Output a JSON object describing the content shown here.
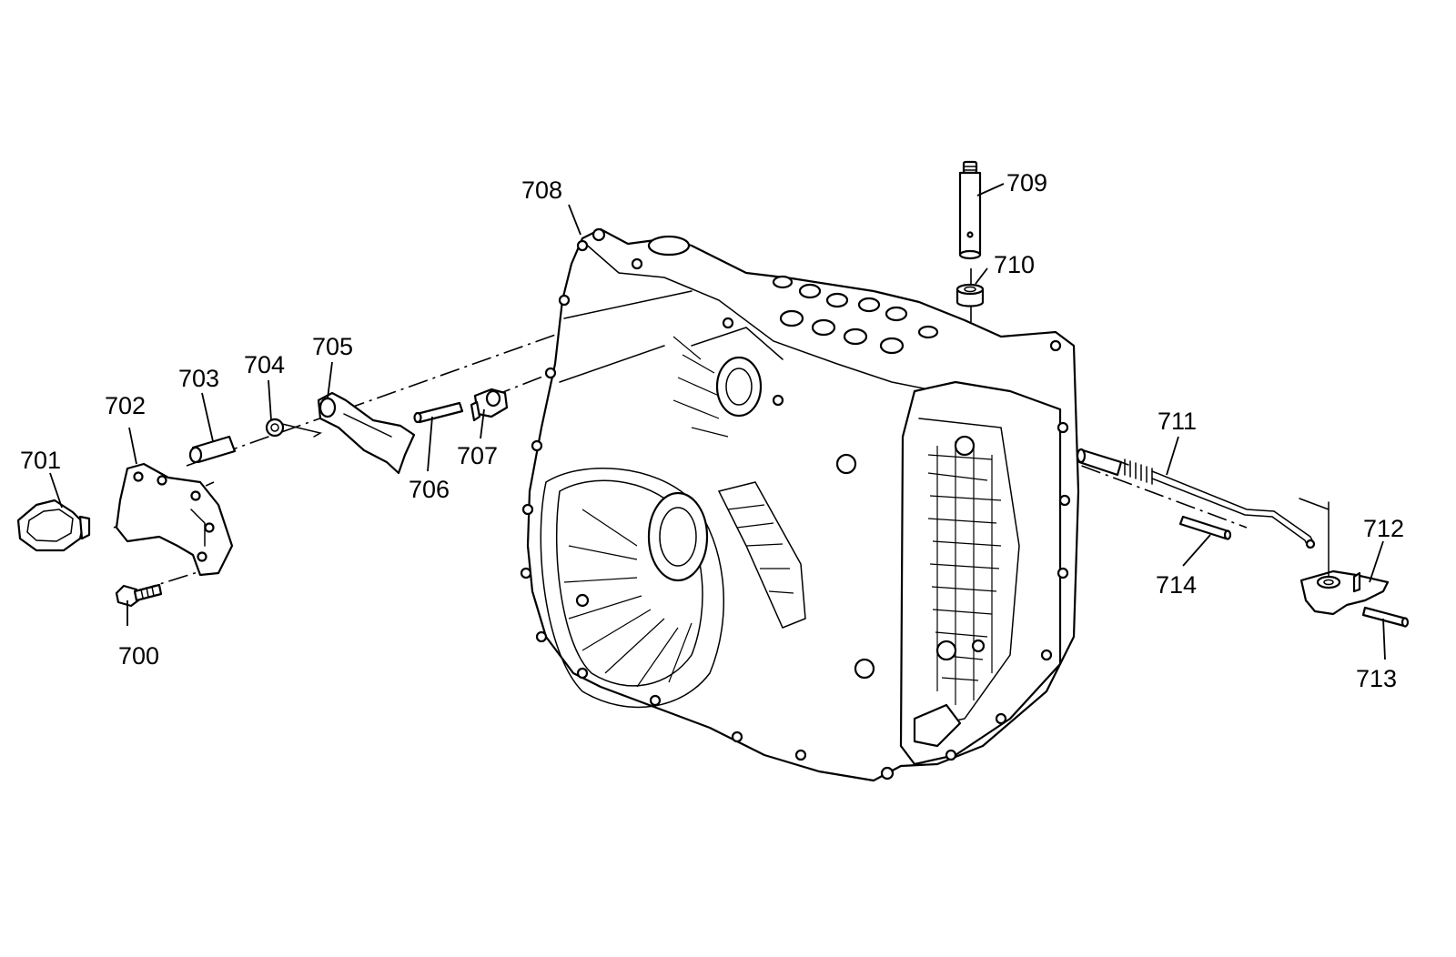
{
  "diagram": {
    "type": "exploded-parts-view",
    "colors": {
      "line": "#000000",
      "background": "#ffffff"
    },
    "callouts": [
      {
        "id": "c700",
        "label": "700"
      },
      {
        "id": "c701",
        "label": "701"
      },
      {
        "id": "c702",
        "label": "702"
      },
      {
        "id": "c703",
        "label": "703"
      },
      {
        "id": "c704",
        "label": "704"
      },
      {
        "id": "c705",
        "label": "705"
      },
      {
        "id": "c706",
        "label": "706"
      },
      {
        "id": "c707",
        "label": "707"
      },
      {
        "id": "c708",
        "label": "708"
      },
      {
        "id": "c709",
        "label": "709"
      },
      {
        "id": "c710",
        "label": "710"
      },
      {
        "id": "c711",
        "label": "711"
      },
      {
        "id": "c712",
        "label": "712"
      },
      {
        "id": "c713",
        "label": "713"
      },
      {
        "id": "c714",
        "label": "714"
      }
    ]
  }
}
